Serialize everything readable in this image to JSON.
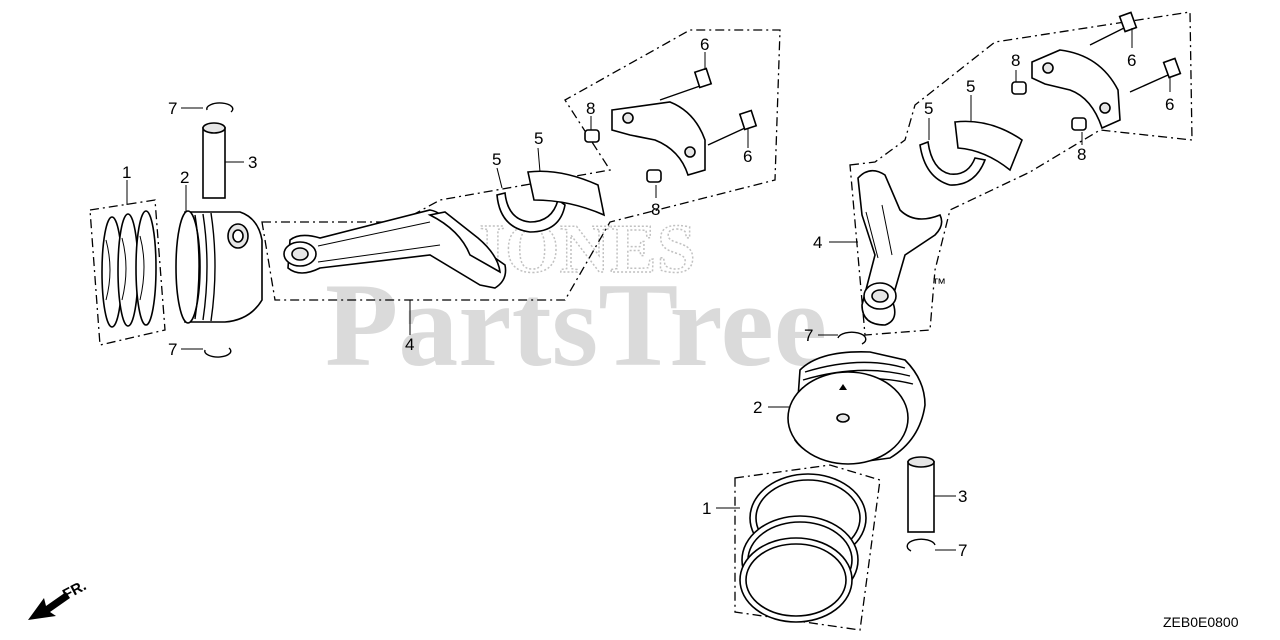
{
  "watermark": {
    "main": "PartsTree",
    "sub": "JONES",
    "mark": "™"
  },
  "callouts": {
    "piston_rings": "1",
    "piston": "2",
    "piston_pin": "3",
    "connecting_rod": "4",
    "bearing": "5",
    "bolt": "6",
    "pin_clip": "7",
    "dowel_pin": "8"
  },
  "direction_label": "FR.",
  "diagram_code": "ZEB0E0800"
}
